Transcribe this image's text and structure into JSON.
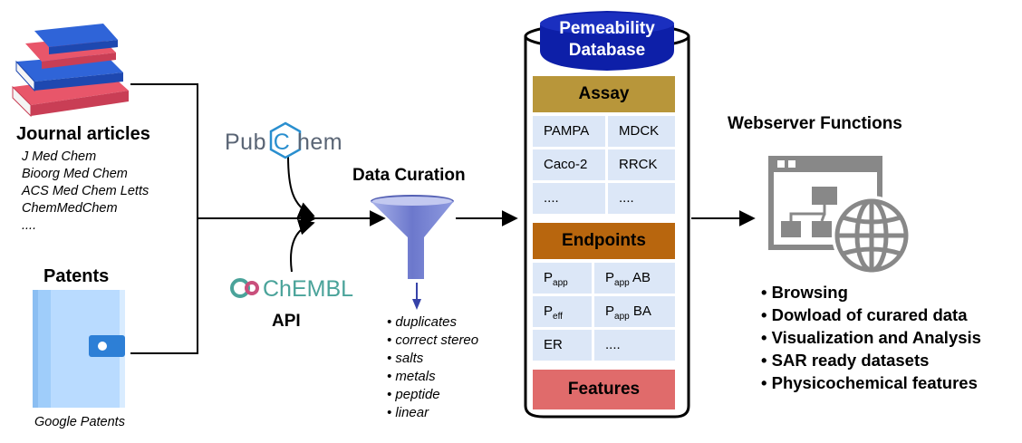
{
  "sources": {
    "journals_title": "Journal articles",
    "journals": [
      "J Med Chem",
      "Bioorg Med Chem",
      "ACS Med Chem Letts",
      "ChemMedChem",
      "...."
    ],
    "patents_title": "Patents",
    "patents_source": "Google Patents",
    "pubchem_left": "Pub",
    "pubchem_mid": "C",
    "pubchem_right": "hem",
    "chembl": "ChEMBL",
    "api_label": "API"
  },
  "curation": {
    "title": "Data Curation",
    "steps": [
      "duplicates",
      "correct stereo",
      "salts",
      "metals",
      "peptide",
      "linear"
    ]
  },
  "database": {
    "title_line1": "Pemeability",
    "title_line2": "Database",
    "assay_header": "Assay",
    "assay_cells": [
      "PAMPA",
      "MDCK",
      "Caco-2",
      "RRCK",
      "....",
      "...."
    ],
    "endpoints_header": "Endpoints",
    "endpoints": [
      {
        "base": "P",
        "sub": "app",
        "rest": ""
      },
      {
        "base": "P",
        "sub": "app",
        "rest": " AB"
      },
      {
        "base": "P",
        "sub": "eff",
        "rest": ""
      },
      {
        "base": "P",
        "sub": "app",
        "rest": " BA"
      },
      {
        "base": "ER",
        "sub": "",
        "rest": ""
      },
      {
        "base": "....",
        "sub": "",
        "rest": ""
      }
    ],
    "features_header": "Features"
  },
  "webserver": {
    "title": "Webserver Functions",
    "functions": [
      "Browsing",
      "Dowload of curared data",
      "Visualization and Analysis",
      "SAR ready datasets",
      "Physicochemical features"
    ]
  },
  "colors": {
    "assay": "#b8963a",
    "endpoints": "#b8660e",
    "features": "#e06b6b",
    "cells": "#dce7f7",
    "db_title": "#0d1fa8",
    "pubchem": "#5a6575",
    "chembl": "#4aa39a",
    "funnel": "#7a86d4"
  },
  "icons": [
    "books-icon",
    "patent-folder-icon",
    "funnel-icon",
    "webserver-globe-icon",
    "arrow-icon"
  ]
}
